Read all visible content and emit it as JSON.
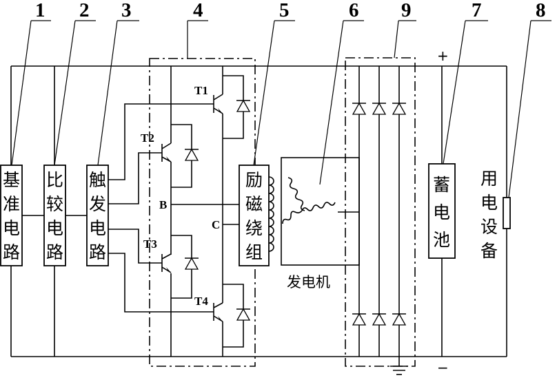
{
  "callouts": [
    "1",
    "2",
    "3",
    "4",
    "5",
    "6",
    "9",
    "7",
    "8"
  ],
  "blocks": {
    "reference_circuit": [
      "基",
      "准",
      "电",
      "路"
    ],
    "comparison_circuit": [
      "比",
      "较",
      "电",
      "路"
    ],
    "trigger_circuit": [
      "触",
      "发",
      "电",
      "路"
    ],
    "excitation_winding": [
      "励",
      "磁",
      "绕",
      "组"
    ],
    "battery": [
      "蓄",
      "电",
      "池"
    ],
    "load": [
      "用",
      "电",
      "设",
      "备"
    ]
  },
  "transistors": [
    "T1",
    "T2",
    "T3",
    "T4"
  ],
  "nodes": [
    "B",
    "C"
  ],
  "generator_label": "发电机",
  "polarity": {
    "plus": "+",
    "minus": "−"
  }
}
